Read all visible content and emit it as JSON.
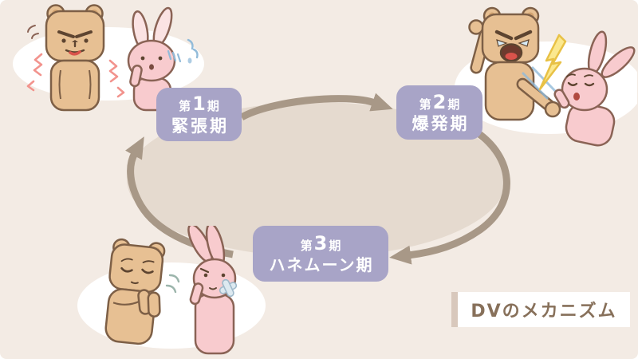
{
  "diagram": {
    "title": "DVのメカニズム",
    "type": "cycle-diagram",
    "stages": [
      {
        "period_prefix": "第",
        "period_number": "1",
        "period_suffix": "期",
        "name": "緊張期"
      },
      {
        "period_prefix": "第",
        "period_number": "2",
        "period_suffix": "期",
        "name": "爆発期"
      },
      {
        "period_prefix": "第",
        "period_number": "3",
        "period_suffix": "期",
        "name": "ハネムーン期"
      }
    ],
    "scenes": [
      {
        "icon": "angry-bear-anxious-rabbit-illustration",
        "stage_index": 0
      },
      {
        "icon": "shouting-bear-flinching-rabbit-illustration",
        "stage_index": 1
      },
      {
        "icon": "apologizing-bear-hurt-rabbit-illustration",
        "stage_index": 2
      }
    ]
  },
  "colors": {
    "bg": "#F3EBE4",
    "ellipse_fill": "#E5DACF",
    "arrow": "#A89887",
    "label_bg": "#A8A4C7",
    "label_text": "#FFFFFF",
    "title_text": "#87705A",
    "title_box_bg": "#FFFFFF",
    "title_accent": "#D8C8BC",
    "blob": "#FFFFFF",
    "bear_fill": "#E7C093",
    "bear_inner": "#D2A371",
    "bear_outline": "#7D5F46",
    "rabbit_fill": "#F8CBCE",
    "rabbit_light": "#FBE3E3",
    "rabbit_outline": "#8A6355",
    "dark_line": "#5D4430",
    "mouth_red": "#D9534B",
    "squiggle": "#F2938D",
    "blue_mark": "#92BBD9",
    "shock_fill": "#FBE88F",
    "shock_stroke": "#E8C145",
    "bandage_fill": "#DDE9F0",
    "bandage_stroke": "#9FB9CA",
    "sigh_mark": "#9CB5AC"
  }
}
